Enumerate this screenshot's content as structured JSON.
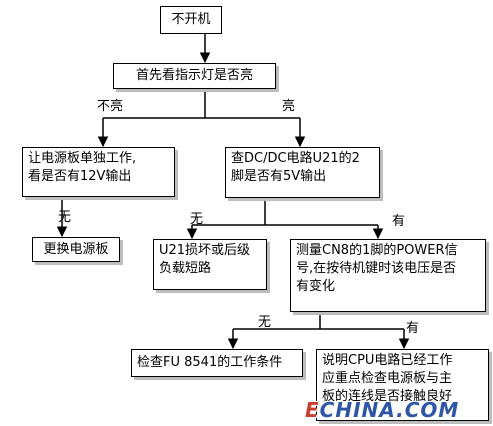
{
  "nodes": {
    "start": "不开机",
    "check_indicator": "首先看指示灯是否亮",
    "power_board_test": [
      "让电源板单独工作,",
      "看是否有12V输出"
    ],
    "check_dcdc": [
      "查DC/DC电路U21的2",
      "脚是否有5V输出"
    ],
    "replace_power_board": "更换电源板",
    "u21_fault": [
      "U21损坏或后级",
      "负载短路"
    ],
    "measure_cn8": [
      "测量CN8的1脚的POWER信",
      "号,在按待机键时该电压是否",
      "有变化"
    ],
    "check_fu8541": "检查FU 8541的工作条件",
    "cpu_ok": [
      "说明CPU电路已经工作",
      "应重点检查电源板与主",
      "板的连线是否接触良好"
    ]
  },
  "edges": {
    "indicator_off": "不亮",
    "indicator_on": "亮",
    "no_12v": "无",
    "no_5v": "无",
    "has_5v": "有",
    "no_change": "无",
    "has_change": "有"
  },
  "watermark": {
    "part1": "E",
    "part2": "CHINA.COM"
  },
  "colors": {
    "line": "#000000",
    "box_border": "#000000",
    "shadow": "#bdbdbd",
    "watermark": "#2d56a8",
    "watermark_accent": "#c7402f"
  }
}
